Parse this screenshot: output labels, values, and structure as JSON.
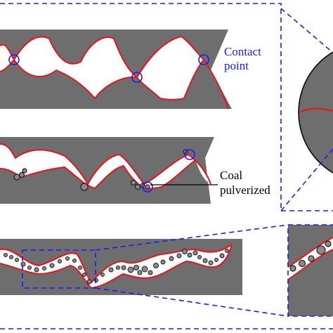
{
  "labels": {
    "contact_point_line1": "Contact",
    "contact_point_line2": "point",
    "coal_line1": "Coal",
    "coal_line2": "pulverized"
  },
  "colors": {
    "rock": "#6e6e6e",
    "fracture_edge": "#e8141a",
    "guide_lines": "#1a1aff",
    "particle_fill": "#8a8a8a",
    "particle_stroke": "#1e1e1e",
    "background": "#ffffff"
  },
  "panels": [
    {
      "id": "panel-1",
      "stage": "contact-points"
    },
    {
      "id": "panel-2",
      "stage": "coal-pulverized"
    },
    {
      "id": "panel-3",
      "stage": "fracture-filled-with-coal-powder"
    }
  ]
}
